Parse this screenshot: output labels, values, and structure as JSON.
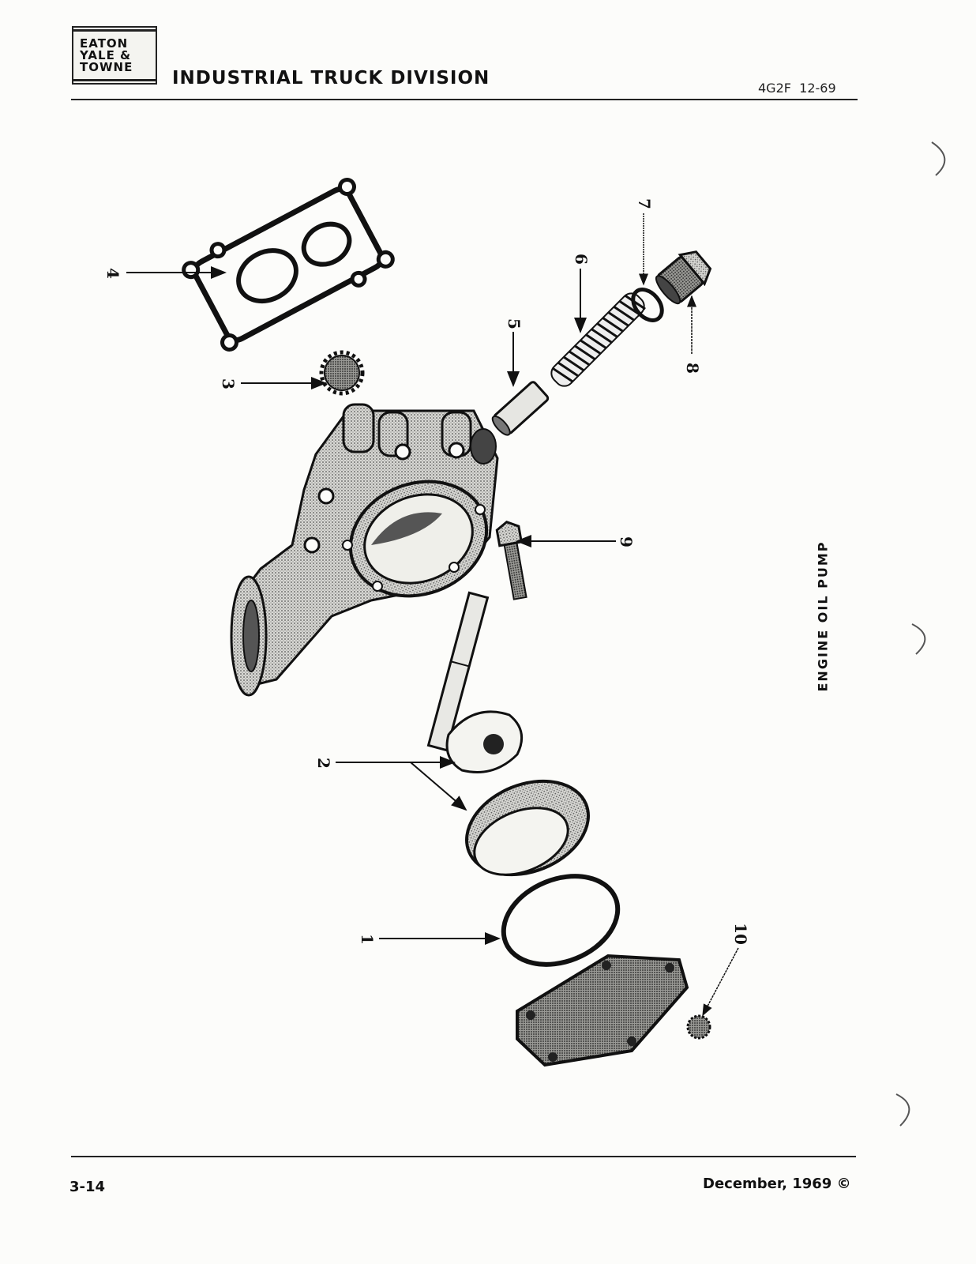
{
  "header": {
    "logo_lines": [
      "EATON",
      "YALE &",
      "TOWNE"
    ],
    "division": "INDUSTRIAL TRUCK DIVISION",
    "doc_code": "4G2F  12-69"
  },
  "figure": {
    "title": "ENGINE OIL PUMP",
    "callouts": {
      "c1": "1",
      "c2": "2",
      "c3": "3",
      "c4": "4",
      "c5": "5",
      "c6": "6",
      "c7": "7",
      "c8": "8",
      "c9": "9",
      "c10": "10"
    }
  },
  "footer": {
    "page": "3-14",
    "date": "December, 1969 ©"
  }
}
